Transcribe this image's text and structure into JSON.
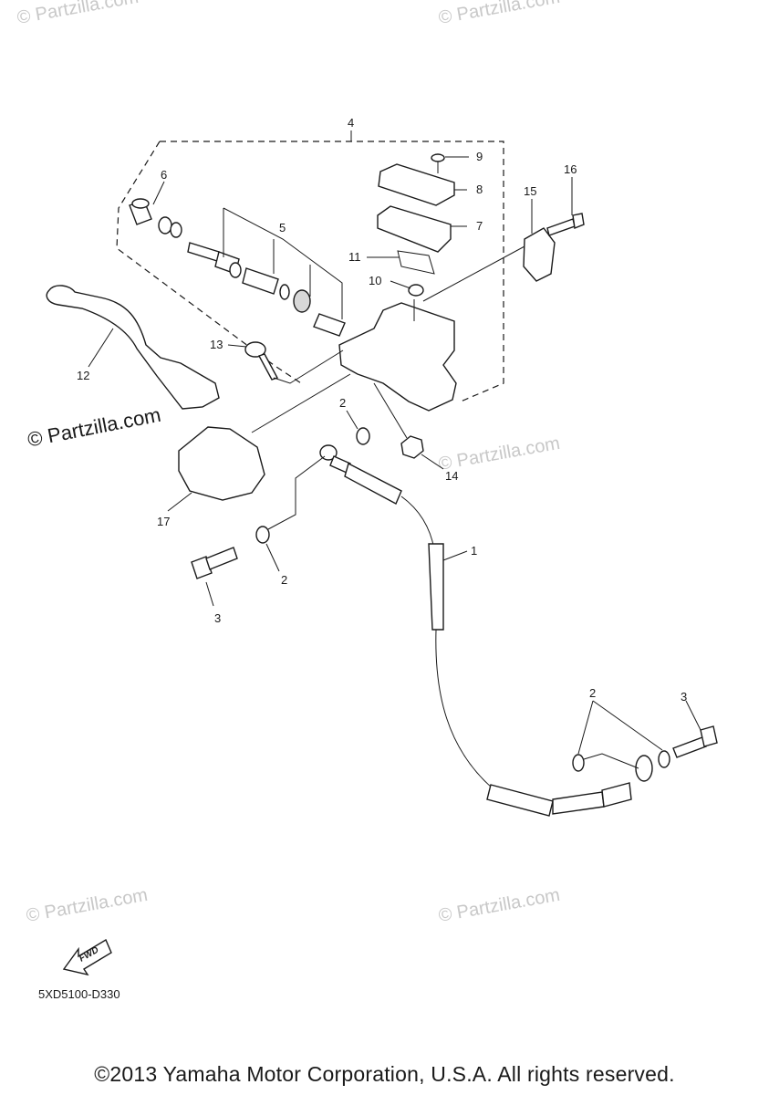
{
  "watermarks": [
    "© Partzilla.com",
    "© Partzilla.com",
    "© Partzilla.com",
    "© Partzilla.com",
    "© Partzilla.com",
    "© Partzilla.com"
  ],
  "brand_watermark": "© Partzilla.com",
  "callouts": [
    "1",
    "2",
    "2",
    "2",
    "3",
    "3",
    "4",
    "5",
    "6",
    "7",
    "8",
    "9",
    "10",
    "11",
    "12",
    "13",
    "14",
    "15",
    "16",
    "17"
  ],
  "fwd_label": "FWD",
  "diagram_code": "5XD5100-D330",
  "copyright": "©2013 Yamaha Motor Corporation, U.S.A. All rights reserved."
}
